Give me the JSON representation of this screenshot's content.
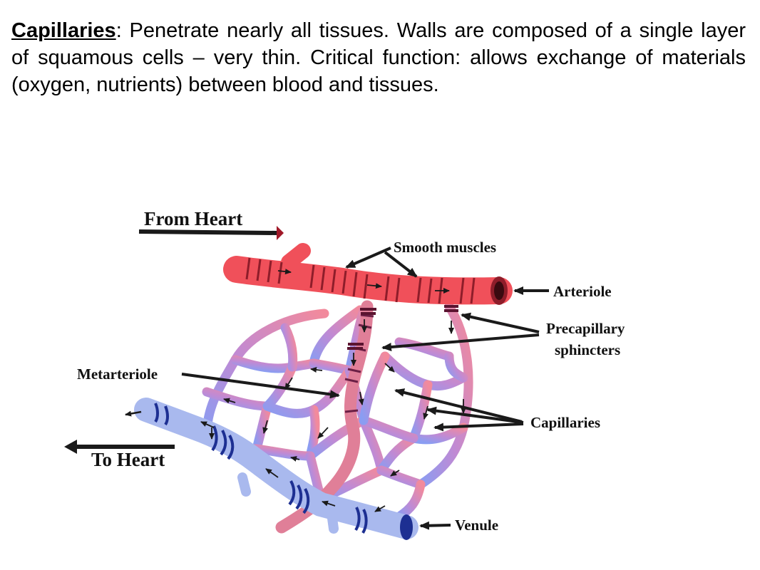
{
  "heading": {
    "term": "Capillaries",
    "colon": ":",
    "body": "  Penetrate nearly all tissues.  Walls are composed of a single layer of squamous cells – very thin.  Critical function: allows exchange of materials (oxygen, nutrients) between blood and tissues."
  },
  "diagram": {
    "labels": {
      "from_heart": "From Heart",
      "to_heart": "To Heart",
      "smooth_muscles": "Smooth muscles",
      "arteriole": "Arteriole",
      "precapillary_line1": "Precapillary",
      "precapillary_line2": "sphincters",
      "metarteriole": "Metarteriole",
      "capillaries": "Capillaries",
      "venule": "Venule"
    },
    "colors": {
      "arteriole": "#f0505a",
      "arteriole_stripe": "#8e1d2a",
      "venule": "#a9b9ee",
      "venule_stripe": "#1d2f92",
      "capillary_mid": "#c58ec8",
      "arrow": "#1a1a1a",
      "flow_arrow": "#a01828"
    }
  }
}
